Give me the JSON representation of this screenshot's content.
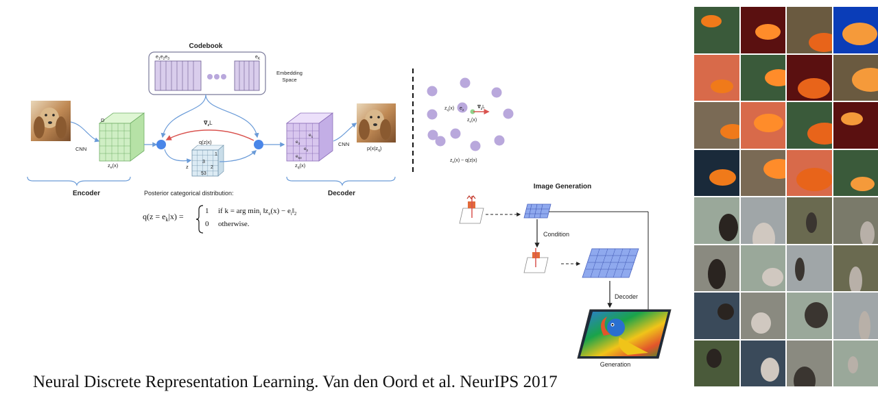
{
  "vqvae": {
    "codebook_title": "Codebook",
    "e1": "e",
    "e1_sub": "1",
    "e2": "e",
    "e2_sub": "2",
    "e3": "e",
    "e3_sub": "3",
    "ek": "e",
    "ek_sub": "K",
    "embedding_line1": "Embedding",
    "embedding_line2": "Space",
    "d_label": "D",
    "cnn_left": "CNN",
    "cnn_right": "CNN",
    "ze_label": "z",
    "ze_sub": "e",
    "ze_arg": "(x)",
    "zq_label": "z",
    "zq_sub": "q",
    "zq_arg": "(x)",
    "grad_label": "∇",
    "grad_sub": "z",
    "grad_L": "L",
    "q_label": "q(z|x)",
    "z_label": "z",
    "grid_1": "1",
    "grid_3": "3",
    "grid_2": "2",
    "grid_53": "53",
    "dec_e1": "e",
    "dec_e1_sub": "1",
    "dec_e3": "e",
    "dec_e3_sub": "3",
    "dec_e2": "e",
    "dec_e2_sub": "2",
    "dec_e53": "e",
    "dec_e53_sub": "53",
    "p_label": "p(x|z",
    "p_sub": "q",
    "p_close": ")",
    "encoder": "Encoder",
    "decoder": "Decoder",
    "posterior": "Posterior categorical distribution:",
    "eq_lhs": "q(z = e",
    "eq_lhs_sub": "k",
    "eq_lhs_end": "|x) =",
    "eq_case1_val": "1",
    "eq_case1_cond": "if k = arg min",
    "eq_case1_sub": "i",
    "eq_case1_end": "‖z",
    "eq_case1_z_sub": "e",
    "eq_case1_tail": "(x) − e",
    "eq_case1_tail_sub": "i",
    "eq_case1_norm": "‖",
    "eq_case1_norm_sub": "2",
    "eq_case2_val": "0",
    "eq_case2_cond": "otherwise."
  },
  "embed_space": {
    "zq_label": "z",
    "zq_sub": "q",
    "zq_arg": "(x)",
    "e2": "e",
    "e2_sub": "2",
    "grad": "∇",
    "grad_sub": "z",
    "grad_L": "L",
    "ze": "z",
    "ze_sub": "e",
    "ze_arg": "(x)",
    "caption": "z",
    "caption_sub": "e",
    "caption_end": "(x) ~ q(z|x)"
  },
  "generation": {
    "title": "Image Generation",
    "condition": "Condition",
    "decoder": "Decoder",
    "generation": "Generation"
  },
  "caption": "Neural Discrete Representation Learning. Van den Oord et al. NeurIPS 2017",
  "sample_grid": {
    "rows": 8,
    "cols": 4
  },
  "colors": {
    "codebook": "#d9cdec",
    "encoder_cube": "#cfeec4",
    "decoder_cube": "#d8c6ee",
    "node_blue": "#4a86e8",
    "arrow_blue": "#6a9bd8",
    "arrow_red": "#d9534f",
    "embed_dot": "#b9a8dc"
  }
}
